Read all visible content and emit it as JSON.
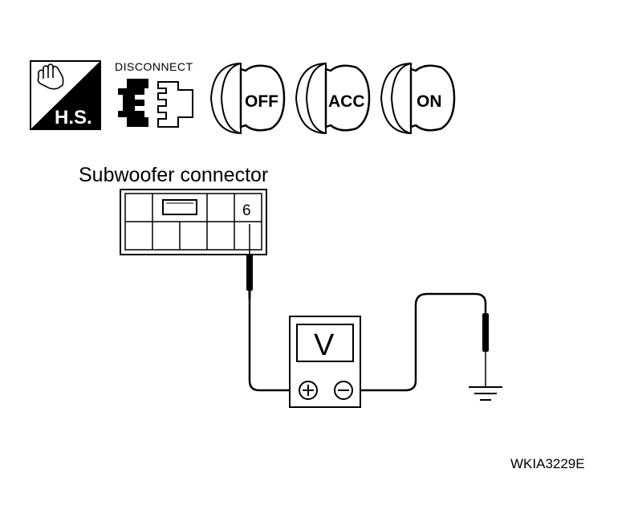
{
  "icons": {
    "hs_label": "H.S.",
    "disconnect_label": "DISCONNECT",
    "ignition_off_label": "OFF",
    "ignition_acc_label": "ACC",
    "ignition_on_label": "ON"
  },
  "diagram": {
    "connector_title": "Subwoofer connector",
    "terminal_number": "6",
    "meter_symbol": "V",
    "plus_symbol": "+",
    "minus_symbol": "−"
  },
  "figure_code": "WKIA3229E"
}
